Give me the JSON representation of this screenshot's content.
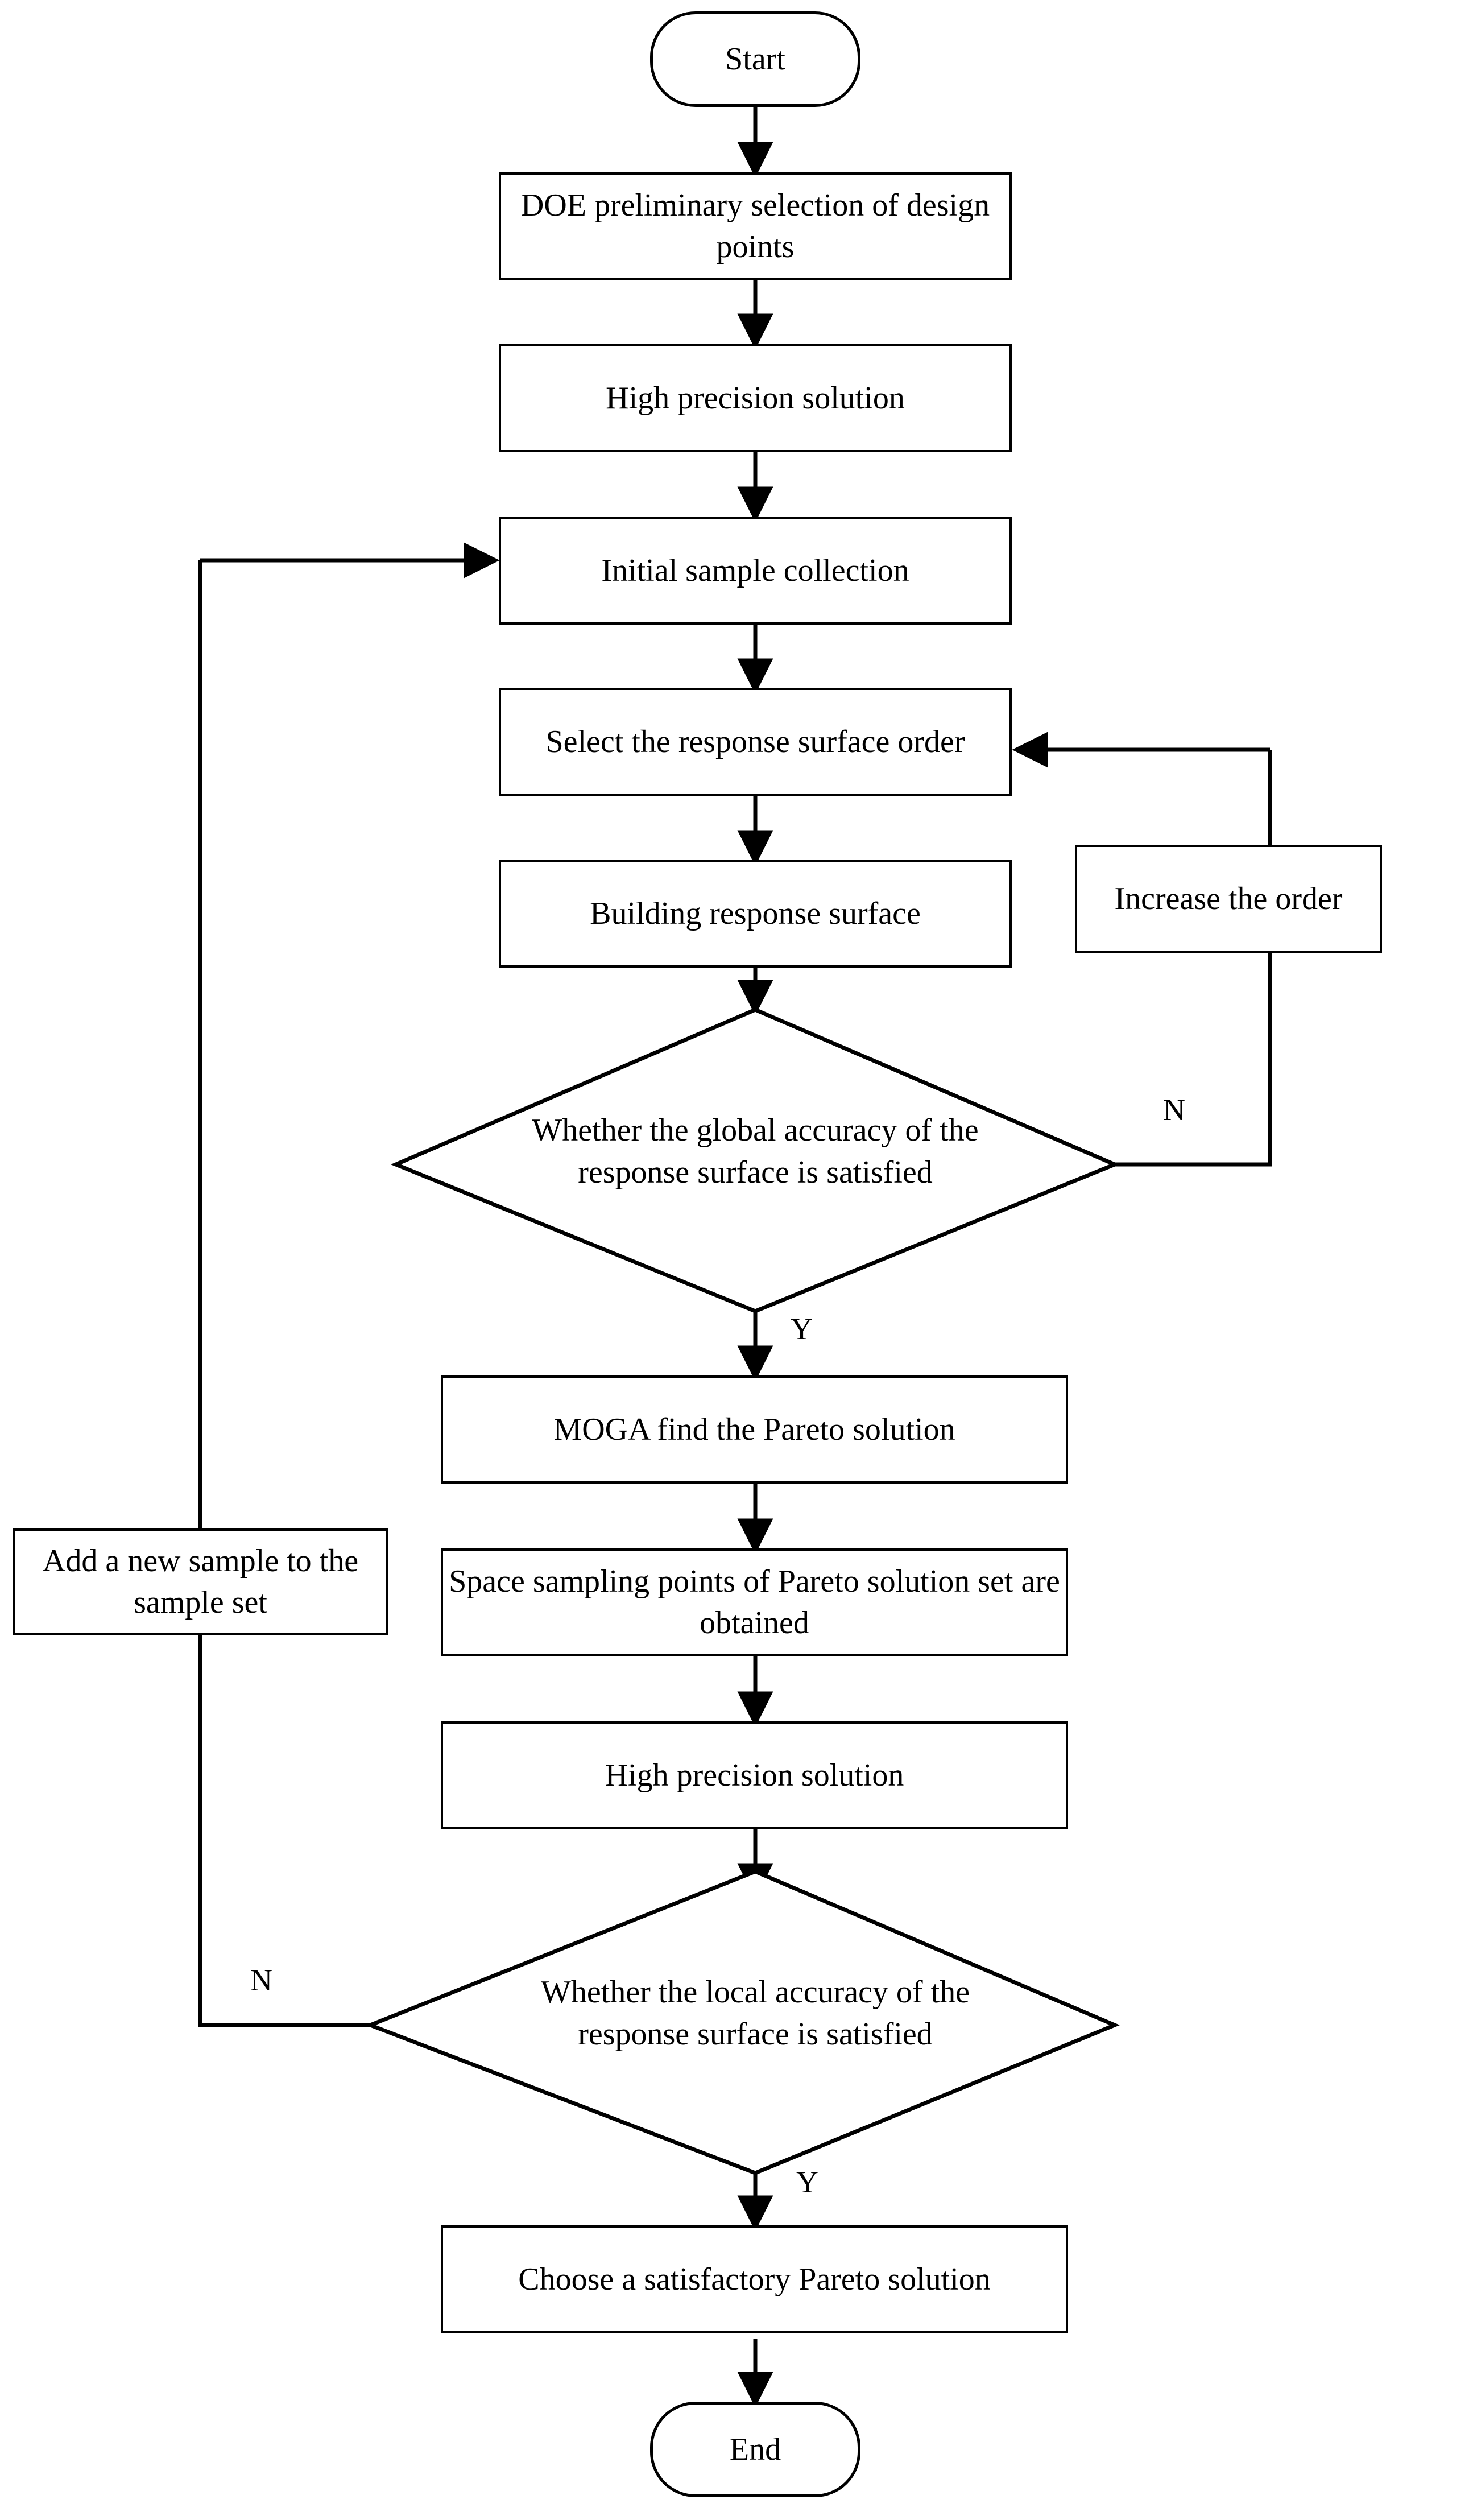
{
  "diagram": {
    "title": "Surrogate-model multi-objective optimization flowchart",
    "stroke_color": "#000000",
    "fill_color": "#ffffff",
    "background": "#ffffff"
  },
  "nodes": {
    "start": {
      "label": "Start",
      "shape": "terminator"
    },
    "doe": {
      "label": "DOE preliminary selection of design points",
      "shape": "process"
    },
    "high_precision_1": {
      "label": "High precision solution",
      "shape": "process"
    },
    "initial_sample": {
      "label": "Initial sample collection",
      "shape": "process"
    },
    "select_order": {
      "label": "Select the response surface order",
      "shape": "process"
    },
    "build_surface": {
      "label": "Building response surface",
      "shape": "process"
    },
    "increase_order": {
      "label": "Increase the order",
      "shape": "process"
    },
    "global_accuracy": {
      "label": "Whether the global accuracy of the response surface is satisfied",
      "shape": "decision"
    },
    "moga": {
      "label": "MOGA find the Pareto solution",
      "shape": "process"
    },
    "space_sampling": {
      "label": "Space sampling points of Pareto solution set are obtained",
      "shape": "process"
    },
    "high_precision_2": {
      "label": "High precision solution",
      "shape": "process"
    },
    "add_sample": {
      "label": "Add a new sample to the sample set",
      "shape": "process"
    },
    "local_accuracy": {
      "label": "Whether the local accuracy of the response surface is satisfied",
      "shape": "decision"
    },
    "choose_pareto": {
      "label": "Choose a satisfactory Pareto solution",
      "shape": "process"
    },
    "end": {
      "label": "End",
      "shape": "terminator"
    }
  },
  "edge_labels": {
    "global_no": "N",
    "global_yes": "Y",
    "local_no": "N",
    "local_yes": "Y"
  }
}
